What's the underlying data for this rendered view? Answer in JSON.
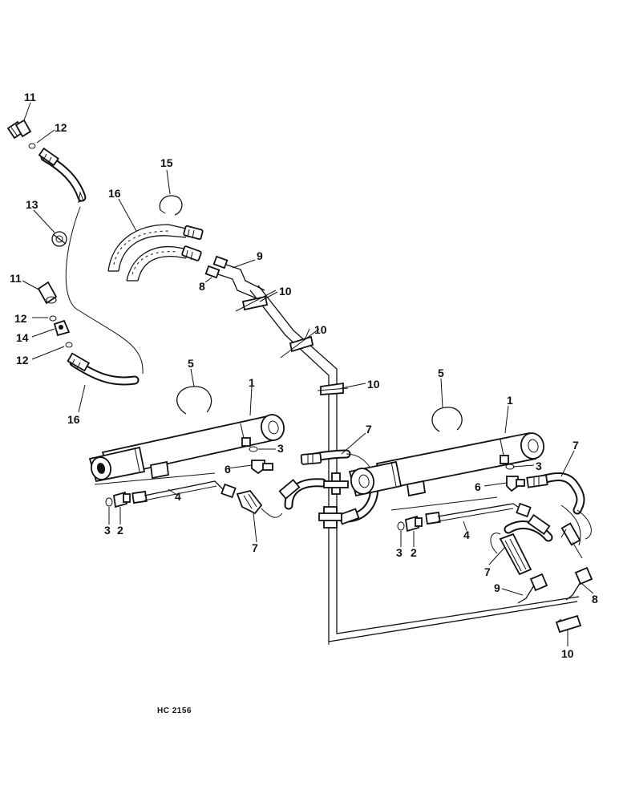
{
  "figure_ref": "HC 2156",
  "callouts": [
    {
      "id": "c11a",
      "text": "11"
    },
    {
      "id": "c12a",
      "text": "12"
    },
    {
      "id": "c15",
      "text": "15"
    },
    {
      "id": "c16a",
      "text": "16"
    },
    {
      "id": "c13",
      "text": "13"
    },
    {
      "id": "c9a",
      "text": "9"
    },
    {
      "id": "c8a",
      "text": "8"
    },
    {
      "id": "c10a",
      "text": "10"
    },
    {
      "id": "c11b",
      "text": "11"
    },
    {
      "id": "c12b",
      "text": "12"
    },
    {
      "id": "c14",
      "text": "14"
    },
    {
      "id": "c12c",
      "text": "12"
    },
    {
      "id": "c10b",
      "text": "10"
    },
    {
      "id": "c10c",
      "text": "10"
    },
    {
      "id": "c16b",
      "text": "16"
    },
    {
      "id": "c5a",
      "text": "5"
    },
    {
      "id": "c1a",
      "text": "1"
    },
    {
      "id": "c3a",
      "text": "3"
    },
    {
      "id": "c6a",
      "text": "6"
    },
    {
      "id": "c7a",
      "text": "7"
    },
    {
      "id": "c4a",
      "text": "4"
    },
    {
      "id": "c3b",
      "text": "3"
    },
    {
      "id": "c2a",
      "text": "2"
    },
    {
      "id": "c7b",
      "text": "7"
    },
    {
      "id": "c5b",
      "text": "5"
    },
    {
      "id": "c1b",
      "text": "1"
    },
    {
      "id": "c7c",
      "text": "7"
    },
    {
      "id": "c3c",
      "text": "3"
    },
    {
      "id": "c6b",
      "text": "6"
    },
    {
      "id": "c4b",
      "text": "4"
    },
    {
      "id": "c3d",
      "text": "3"
    },
    {
      "id": "c2b",
      "text": "2"
    },
    {
      "id": "c7d",
      "text": "7"
    },
    {
      "id": "c9b",
      "text": "9"
    },
    {
      "id": "c8b",
      "text": "8"
    },
    {
      "id": "c10d",
      "text": "10"
    }
  ]
}
